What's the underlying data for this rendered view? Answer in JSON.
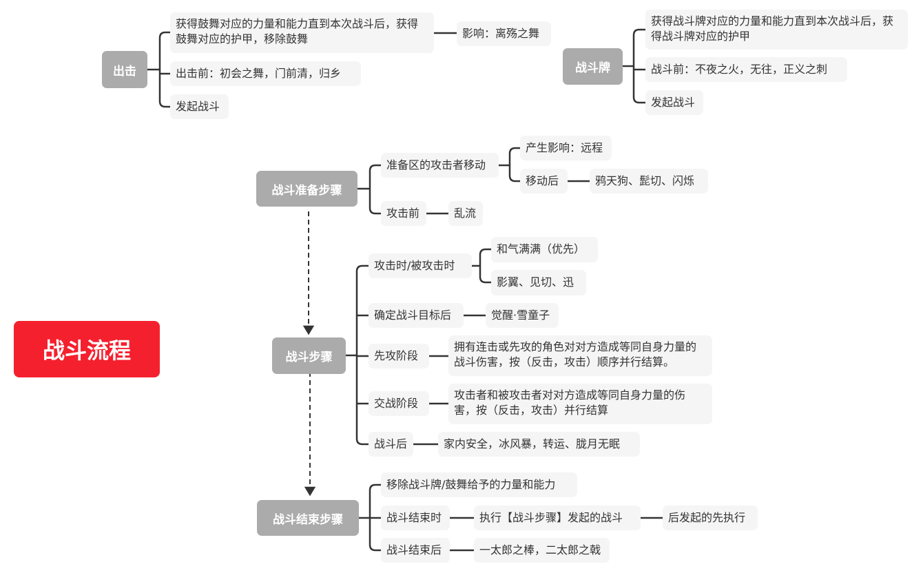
{
  "root": "战斗流程",
  "sortie": {
    "title": "出击",
    "gain": "获得鼓舞对应的力量和能力直到本次战斗后，获得鼓舞对应的护甲，移除鼓舞",
    "effect": "影响：离殇之舞",
    "before": "出击前：初会之舞，门前清，归乡",
    "start": "发起战斗"
  },
  "battle_card": {
    "title": "战斗牌",
    "gain": "获得战斗牌对应的力量和能力直到本次战斗后，获得战斗牌对应的护甲",
    "before": "战斗前：不夜之火，无往，正义之刺",
    "start": "发起战斗"
  },
  "prep": {
    "title": "战斗准备步骤",
    "move": "准备区的攻击者移动",
    "move_effect": "产生影响：远程",
    "after_move": "移动后",
    "after_move_cards": "鸦天狗、髭切、闪烁",
    "before_attack": "攻击前",
    "before_attack_cards": "乱流"
  },
  "battle": {
    "title": "战斗步骤",
    "on_attack": "攻击时/被攻击时",
    "on_attack_a": "和气满满（优先）",
    "on_attack_b": "影翼、见切、迅",
    "target": "确定战斗目标后",
    "target_cards": "觉醒·雪童子",
    "first": "先攻阶段",
    "first_desc": "拥有连击或先攻的角色对对方造成等同自身力量的战斗伤害，按（反击，攻击）顺序并行结算。",
    "clash": "交战阶段",
    "clash_desc": "攻击者和被攻击者对对方造成等同自身力量的伤害，按（反击，攻击）并行结算",
    "after": "战斗后",
    "after_cards": "家内安全，冰风暴，转运、胧月无眠"
  },
  "end": {
    "title": "战斗结束步骤",
    "remove": "移除战斗牌/鼓舞给予的力量和能力",
    "at_end": "战斗结束时",
    "at_end_action": "执行【战斗步骤】发起的战斗",
    "at_end_order": "后发起的先执行",
    "after_end": "战斗结束后",
    "after_end_cards": "一太郎之棒，二太郎之戟"
  }
}
